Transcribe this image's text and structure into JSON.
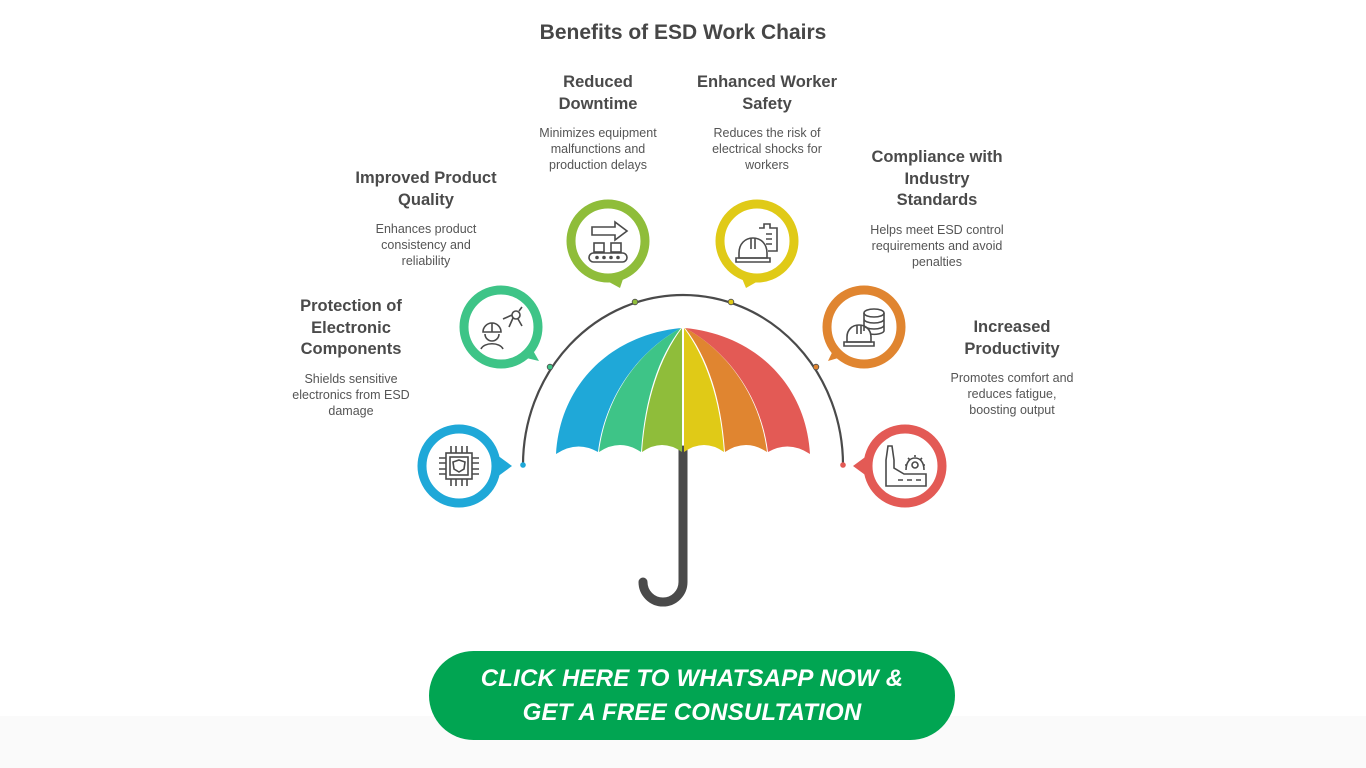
{
  "title": "Benefits of ESD Work Chairs",
  "colors": {
    "blue": "#1fa8d8",
    "green": "#3ec487",
    "lime": "#8fbd3a",
    "yellow": "#e0ca17",
    "orange": "#e08530",
    "red": "#e35a55",
    "text_dark": "#4a4a4a",
    "stroke": "#4a4a4a",
    "cta_green": "#01a552"
  },
  "benefits": [
    {
      "heading_lines": [
        "Protection of",
        "Electronic",
        "Components"
      ],
      "description_lines": [
        "Shields sensitive",
        "electronics from ESD",
        "damage"
      ],
      "icon": "chip-shield-icon",
      "color": "#1fa8d8"
    },
    {
      "heading_lines": [
        "Improved Product",
        "Quality"
      ],
      "description_lines": [
        "Enhances product",
        "consistency and",
        "reliability"
      ],
      "icon": "engineer-compass-icon",
      "color": "#3ec487"
    },
    {
      "heading_lines": [
        "Reduced",
        "Downtime"
      ],
      "description_lines": [
        "Minimizes equipment",
        "malfunctions and",
        "production delays"
      ],
      "icon": "conveyor-arrow-icon",
      "color": "#8fbd3a"
    },
    {
      "heading_lines": [
        "Enhanced Worker",
        "Safety"
      ],
      "description_lines": [
        "Reduces the risk of",
        "electrical shocks for",
        "workers"
      ],
      "icon": "hardhat-clipboard-icon",
      "color": "#e0ca17"
    },
    {
      "heading_lines": [
        "Compliance with",
        "Industry",
        "Standards"
      ],
      "description_lines": [
        "Helps meet ESD control",
        "requirements and avoid",
        "penalties"
      ],
      "icon": "hardhat-database-icon",
      "color": "#e08530"
    },
    {
      "heading_lines": [
        "Increased",
        "Productivity"
      ],
      "description_lines": [
        "Promotes comfort and",
        "reduces fatigue,",
        "boosting output"
      ],
      "icon": "factory-gear-icon",
      "color": "#e35a55"
    }
  ],
  "cta": {
    "line1": "CLICK HERE TO WHATSAPP NOW &",
    "line2": "GET A FREE CONSULTATION"
  }
}
